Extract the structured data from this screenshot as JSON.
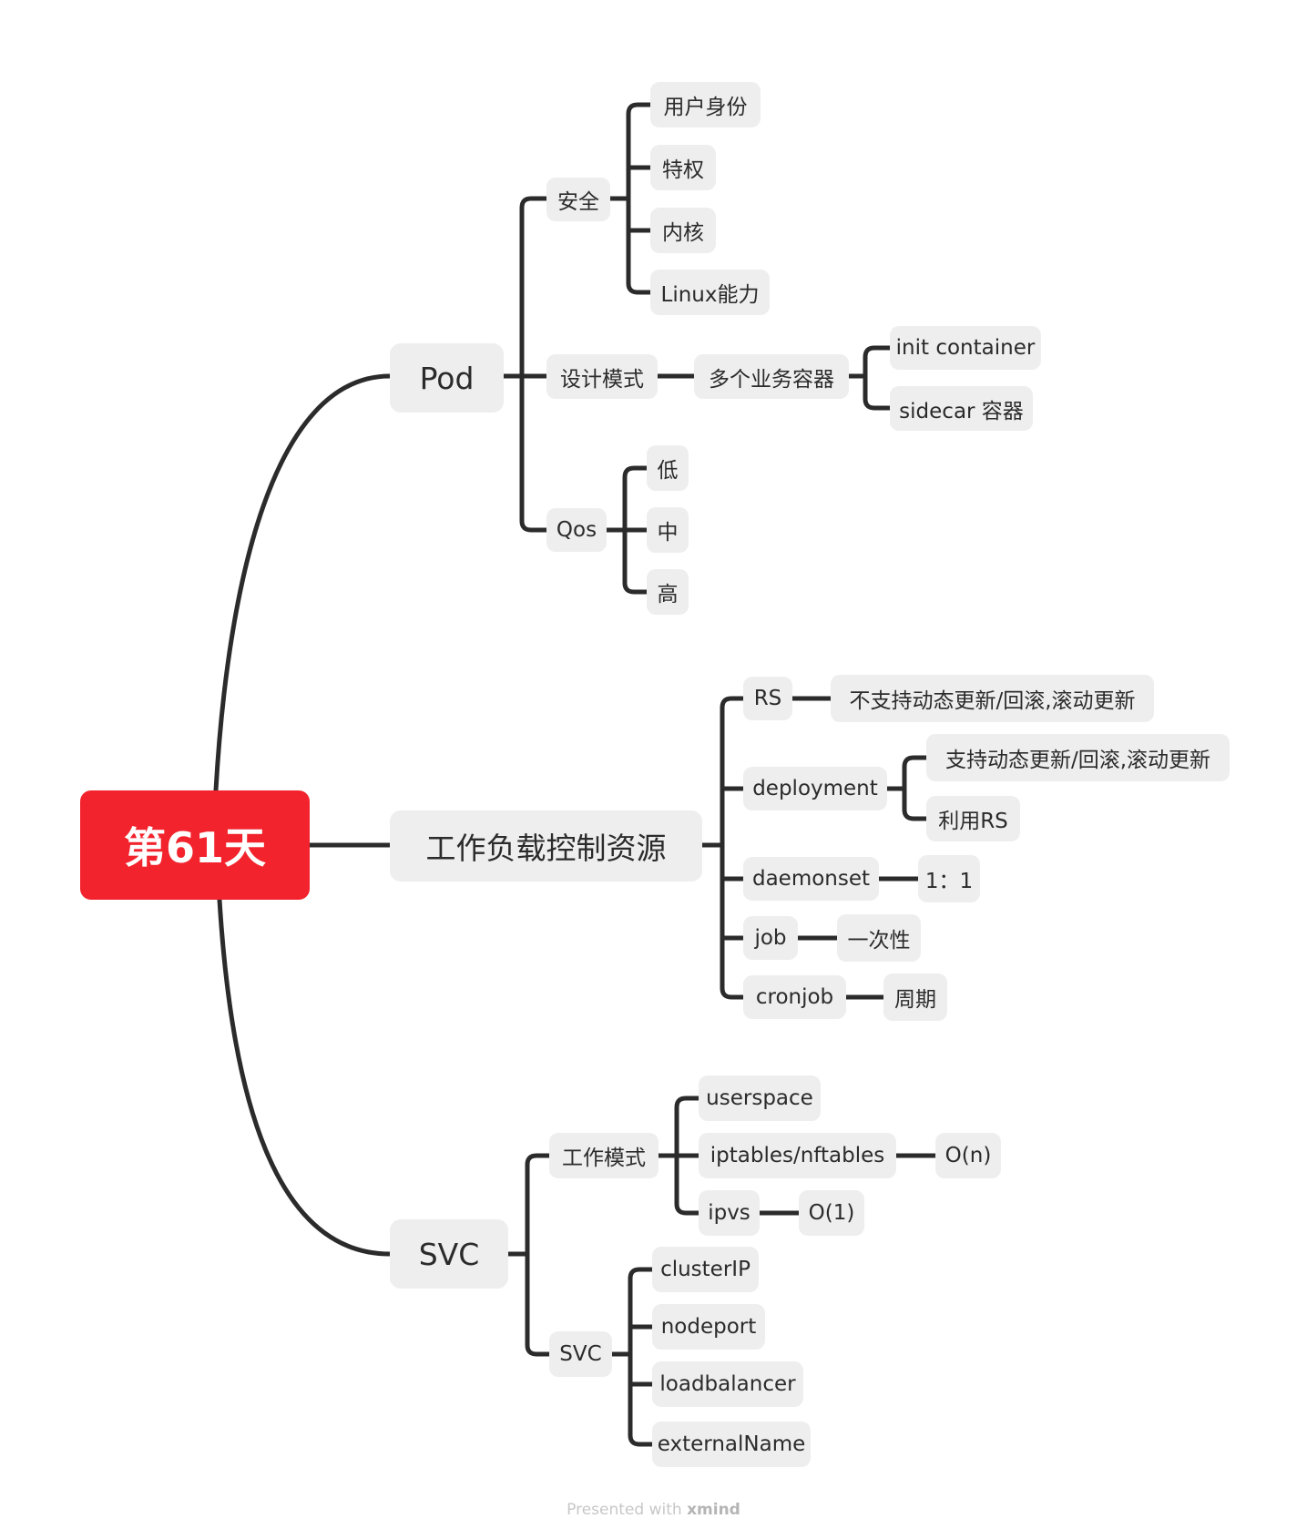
{
  "root": "第61天",
  "pod": {
    "label": "Pod",
    "security": {
      "label": "安全",
      "items": [
        "用户身份",
        "特权",
        "内核",
        "Linux能力"
      ]
    },
    "design": {
      "label": "设计模式",
      "multi": "多个业务容器",
      "items": [
        "init container",
        "sidecar 容器"
      ]
    },
    "qos": {
      "label": "Qos",
      "items": [
        "低",
        "中",
        "高"
      ]
    }
  },
  "workload": {
    "label": "工作负载控制资源",
    "rs": {
      "label": "RS",
      "note": "不支持动态更新/回滚,滚动更新"
    },
    "deployment": {
      "label": "deployment",
      "items": [
        "支持动态更新/回滚,滚动更新",
        "利用RS"
      ]
    },
    "daemonset": {
      "label": "daemonset",
      "note": "1：1"
    },
    "job": {
      "label": "job",
      "note": "一次性"
    },
    "cronjob": {
      "label": "cronjob",
      "note": "周期"
    }
  },
  "svc": {
    "label": "SVC",
    "mode": {
      "label": "工作模式",
      "userspace": "userspace",
      "iptables": {
        "label": "iptables/nftables",
        "note": "O(n)"
      },
      "ipvs": {
        "label": "ipvs",
        "note": "O(1)"
      }
    },
    "types": {
      "label": "SVC",
      "items": [
        "clusterIP",
        "nodeport",
        "loadbalancer",
        "externalName"
      ]
    }
  },
  "footer": {
    "prefix": "Presented with ",
    "brand": "xmind"
  },
  "colors": {
    "root": "#f2232c",
    "node_bg": "#eeeeee",
    "line": "#2b2b2b"
  }
}
